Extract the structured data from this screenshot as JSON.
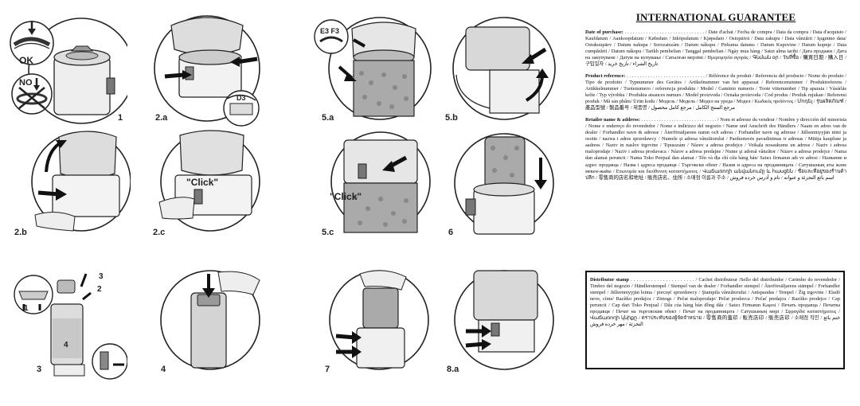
{
  "illustrations": {
    "labels": [
      "1",
      "2.a",
      "5.a",
      "5.b",
      "2.b",
      "2.c",
      "5.c",
      "6",
      "3",
      "4",
      "7",
      "8.a"
    ],
    "callouts": {
      "ok": "OK",
      "no": "NO",
      "d3": "D3",
      "e3f3": "E3 F3",
      "click": "\"Click\"",
      "n1": "1",
      "n2": "2",
      "n3": "3",
      "n4": "4"
    }
  },
  "guarantee": {
    "title": "INTERNATIONAL GUARANTEE",
    "date_label": "Date of purchase:",
    "date_dots": " . . . . . . . . . . . . . . . . . . . . . . . . . . . . . .",
    "date_text": "/ Date d'achat / Fecha de compra / Data da compra / Data d'acquisto / Kaufdatum / Aankoopdatum / Købsdato / Inköpsdatum / Kjøpsdato / Ostopäivä / Data zakupu / Data vânzării / Işıgınmo data/ Ostukuupäev / Datum nakupa / Sorozatszám / Datum nákupu / Pirkuma datums / Datum Kupovine / Datum kupnje / Data cumpărării / Datum nákupu / Tarikh pembelian / Tanggal pembelian / Ngày mua hàng / Satın alma tarihi / Дата продажи / Дата на закупуване / Датум на купување / Сатылған мерзімі / Ημερομηνία αγοράς / Գնման օր / วันที่ซื้อ / 購買日期 / 購入日 / 구입일자 / تاريخ الشراء / تاریخ خرید",
    "product_label": "Product reference:",
    "product_dots": " . . . . . . . . . . . . . . . . . . . . . . . . . . . . . .",
    "product_text": "/ Référence du produit / Referencia del producto / Nome do produto / Tipo de prodotto / Typnummer des Gerätes / Artikelnummer van het apparaat / Referencenummer / Produktreferens / Artikkelnummer / Tuotenumero / referencja produktu / Model / Gaminio numeris / Toote viitenumber / Tip aparata / Vásárlás kelte / Typ výrobku / Produkta atsauces numurs / Model proizvoda / Oznaka proizvoda / Cod produs / Produk rujukan / Referensi produk / Mã sản phẩm/ Ürün kodu / Модель / Модель / Модел на уреда / Модел / Κωδικός προϊόντος / Մոդել / รุ่นผลิตภัณฑ์ / 產品型號 / 製品番号 / 제품명 / مرجع المنتج الكامل / مرجع كامل محصول",
    "retailer_label": "Retailer name & address:",
    "retailer_dots": " . . . . . . . . . . . . . . . . . . . . . . . . . . . . . .",
    "retailer_text": "/ Nom et adresse du vendeur / Nombre y dirección del minorista / Nome e endereço do revendedor / Nome e indirizzo del negozio / Name und Anschrift des Händlers / Naam en adres van de dealer / Forhandler navn & adresse / Återförsäljarens namn och adress / Forhandler navn og adresse / Jälleenmyyjän nimi ja osoite / nazwa i adres sprzedawcy / Numele şi adresa vânzătorului / Parduotuvės pavadinimas ir adresas / Müüja kaupluse ja aadress / Naziv in naslov trgovine / Tipusszám / Název a adresa prodejce / Veikala nosaukums un adrese / Naziv i adresa maloprodaje / Naziv i adresa prodavaca / Názov a adresa predajne / Nume şi adresă vânzător / Název a adresa prodejce / Nama dan alamat peruncit / Nama Toko Penjual dan alamat / Tên và địa chỉ cửa hàng bán/ Satıcı firmanın adı ve adresi / Название и адрес продавца / Назва і адреса продавця / Търговски обект / Назив и адреса на продавницата / Сатушының аты және мекен-жайы / Επωνυμία και διεύθυνση καταστήματος / Վաճառողի անվանումը և հասցեն / ชื่อและที่อยู่ของร้านค้าปลีก / 零售商的店名和地址 / 販売店名、住所 / 소매점 이름과 주소 / اسم بائع التجزئة و عنوانه / نام و آدرس خرده فروش",
    "stamp_label": "Distributor stamp",
    "stamp_dots": " . . . . . . . . . . . . . . . . . . . . . .",
    "stamp_text": "/ Cachet distributeur /Sello del distribuidor / Carimbo do revendedor / Timbro del negozio / Händlerstempel / Stempel van de dealer / Forhandler stempel / Återförsäljarens stämpel / Forhandler stempel / Jälleenmyyjän leima / pieczęć sprzedawcy / Ştampila vânzătorului / Antspaudas / Tempel / Žig trgovine / Eladó neve, címe/ Razítko predajcu / Zīmogs / Pečat maloprodaje/ Pečat prodavca / Pečať predajcu / Razítko prodejce / Cap peruncit / Cap dari Toko Penjual / Dấu của hàng bán đồng dấu / Satıcı Firmanın Kaşesi / Печать продавца / Печатка продавця / Печат на търговския обект / Печат на продавницата / Сатушының мөрі / Σφραγίδα καταστήματος / Վաճառողի կնիքը / ตราประทับของผู้จัดจำหน่าย / 零售商的蓋印 / 販売店印 / 販売店印 / 소매점 직인 / ختم بائع التجزئة / مهر خرده فروش"
  }
}
